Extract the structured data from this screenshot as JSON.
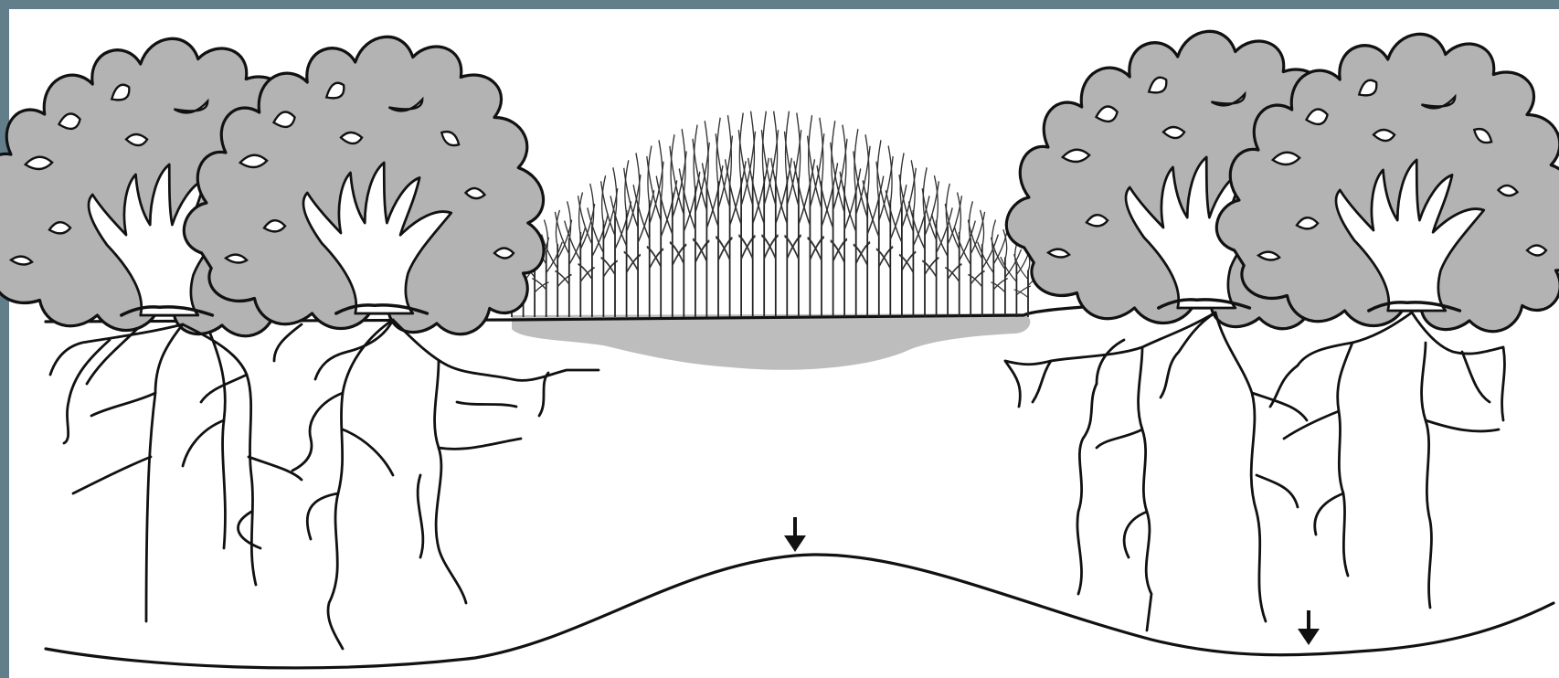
{
  "colors": {
    "frame": "#627e8a",
    "panel": "#ffffff",
    "canopy": "#b3b3b3",
    "wet_soil_zone": "#bdbdbd",
    "ink": "#111111"
  },
  "figure": {
    "elements": [
      "tree-icon",
      "tree-icon",
      "crop-stand-icon",
      "tree-icon",
      "tree-icon",
      "wet-soil-zone",
      "tree-root-systems",
      "water-table-line",
      "down-arrow-icon",
      "down-arrow-icon"
    ]
  }
}
